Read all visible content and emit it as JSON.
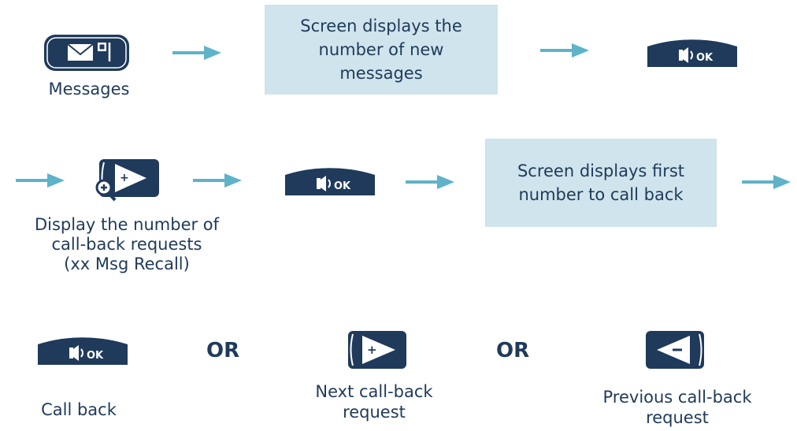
{
  "row1": {
    "messages_label": "Messages",
    "box_text": "Screen displays the\nnumber of new\nmessages"
  },
  "row2": {
    "display_label_line1": "Display the number of",
    "display_label_line2": "call-back requests",
    "display_label_line3": "(xx Msg Recall)",
    "box_text": "Screen displays first\nnumber to call back"
  },
  "row3": {
    "call_back_label": "Call back",
    "or_1": "OR",
    "next_label_line1": "Next call-back",
    "next_label_line2": "request",
    "or_2": "OR",
    "previous_label_line1": "Previous call-back",
    "previous_label_line2": "request"
  },
  "keys": {
    "ok_text": "OK",
    "plus_text": "+",
    "minus_text": "−"
  },
  "colors": {
    "key_navy": "#1f3a5a",
    "arrow_teal": "#5eb3c8",
    "box_fill": "#cfe4ec"
  }
}
